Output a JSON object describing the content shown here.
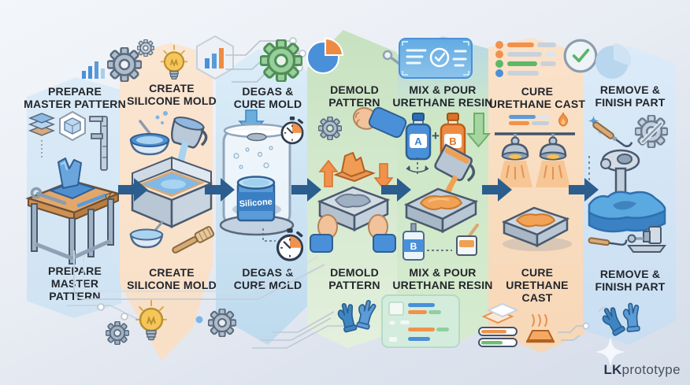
{
  "steps": [
    {
      "title": "PREPARE MASTER PATTERN",
      "top_lines": [
        "PREPARE",
        "MASTER PATTERN"
      ],
      "bottom_lines": [
        "PREPARE",
        "MASTER",
        "PATTERN"
      ],
      "panel_color": "#d9e8f6"
    },
    {
      "title": "CREATE SILICONE MOLD",
      "top_lines": [
        "CREATE",
        "SILICONE MOLD"
      ],
      "bottom_lines": [
        "CREATE",
        "SILICONE MOLD"
      ],
      "panel_color": "#fae3cb"
    },
    {
      "title": "DEGAS & CURE MOLD",
      "top_lines": [
        "DEGAS &",
        "CURE MOLD"
      ],
      "bottom_lines": [
        "DEGAS &",
        "CURE MOLD"
      ],
      "panel_color": "#c9e0f1",
      "container_label": "Silicone"
    },
    {
      "title": "DEMOLD PATTERN",
      "top_lines": [
        "DEMOLD",
        "PATTERN"
      ],
      "bottom_lines": [
        "DEMOLD",
        "PATTERN"
      ],
      "panel_color": "#d6ead0"
    },
    {
      "title": "MIX & POUR URETHANE RESIN",
      "top_lines": [
        "MIX & POUR",
        "URETHANE RESIN"
      ],
      "bottom_lines": [
        "MIX & POUR",
        "URETHANE RESIN"
      ],
      "panel_color": "#cbe6c6",
      "bottle_a_label": "A",
      "plus_sign": "+",
      "bottle_b_label": "B",
      "bottle_b2_label": "B"
    },
    {
      "title": "CURE URETHANE CAST",
      "top_lines": [
        "CURE",
        "URETHANE CAST"
      ],
      "bottom_lines": [
        "CURE",
        "URETHANE",
        "CAST"
      ],
      "panel_color": "#f9dcc0"
    },
    {
      "title": "REMOVE & FINISH PART",
      "top_lines": [
        "REMOVE &",
        "FINISH PART"
      ],
      "bottom_lines": [
        "REMOVE &",
        "FINISH PART"
      ],
      "panel_color": "#d3e5f6"
    }
  ],
  "logo": {
    "bold": "LK",
    "rest": "prototype"
  },
  "colors": {
    "arrow": "#2b5d8e",
    "accent_orange": "#f0924d",
    "accent_green": "#6cbf70",
    "accent_blue": "#4a90d9",
    "header_text": "#23262c"
  },
  "decor_icons": [
    "gear-icon",
    "lightbulb-icon",
    "bar-chart-icon",
    "cube-icon",
    "caliper-icon",
    "pie-chart-icon",
    "checklist-icon",
    "check-circle-icon",
    "stopwatch-icon",
    "flame-icon",
    "gloves-icon",
    "sparkle-icon",
    "circuit-trace-icon",
    "hexagon-chart-icon"
  ]
}
